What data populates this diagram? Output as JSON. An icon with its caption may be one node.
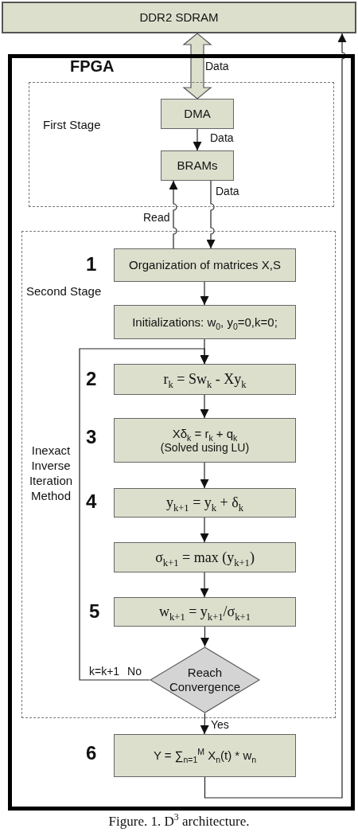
{
  "diagram": {
    "caption": "Figure. 1. D$^{3}$ architecture.",
    "nodes": [
      {
        "text": [
          "DDR2 SDRAM"
        ]
      },
      {
        "text": [
          "FPGA"
        ]
      },
      {
        "text": [
          "First Stage"
        ],
        "in": 1
      },
      {
        "text": [
          "DMA"
        ],
        "in": 2
      },
      {
        "text": [
          "BRAMs"
        ],
        "in": 2
      },
      {
        "text": [
          "Second Stage"
        ],
        "in": 1
      },
      {
        "text": [
          "Organization of matrices X,S"
        ],
        "in": 5,
        "beside": [
          "1"
        ]
      },
      {
        "text": [
          "Initializations: w$_{0}$, y$_{0}$=0,k=0;"
        ],
        "in": 5
      },
      {
        "text": [
          "r$_{k}$ = Sw$_{k}$ - Xy$_{k}$"
        ],
        "in": 5,
        "beside": [
          "2"
        ]
      },
      {
        "text": [
          "Xδ$_{k}$ = r$_{k}$ + q$_{k}$",
          "(Solved using LU)"
        ],
        "in": 5,
        "beside": [
          "3"
        ]
      },
      {
        "text": [
          "y$_{k+1}$ = y$_{k}$ + δ$_{k}$"
        ],
        "in": 5,
        "beside": [
          "4"
        ]
      },
      {
        "text": [
          "σ$_{k+1}$ = max (y$_{k+1}$)"
        ],
        "in": 5
      },
      {
        "text": [
          "w$_{k+1}$ = y$_{k+1}$/σ$_{k+1}$"
        ],
        "in": 5,
        "beside": [
          "5"
        ]
      },
      {
        "text": [
          "Reach Convergence"
        ],
        "in": 5
      },
      {
        "text": [
          "Y = ∑$_{n=1}$$^{M}$ X$_{n}$(t) * w$_{n}$"
        ],
        "in": 1,
        "beside": [
          "6"
        ]
      }
    ],
    "edges": [
      {
        "from": 0,
        "to": 3,
        "arrow": "both",
        "label": "Data",
        "style": "thick"
      },
      {
        "from": 3,
        "to": 4,
        "arrow": "to",
        "label": "Data"
      },
      {
        "from": 4,
        "to": 6,
        "arrow": "to",
        "label": "Data"
      },
      {
        "from": 6,
        "to": 4,
        "arrow": "to",
        "label": "Read"
      },
      {
        "from": 6,
        "to": 7,
        "arrow": "to"
      },
      {
        "from": 7,
        "to": 8,
        "arrow": "to"
      },
      {
        "from": 8,
        "to": 9,
        "arrow": "to"
      },
      {
        "from": 9,
        "to": 10,
        "arrow": "to"
      },
      {
        "from": 10,
        "to": 11,
        "arrow": "to"
      },
      {
        "from": 11,
        "to": 12,
        "arrow": "to"
      },
      {
        "from": 12,
        "to": 13,
        "arrow": "to"
      },
      {
        "from": 13,
        "to": 8,
        "arrow": "to",
        "label": "k=k+1 No"
      },
      {
        "from": 13,
        "to": 14,
        "arrow": "to",
        "label": "Yes"
      },
      {
        "from": 14,
        "to": 0,
        "arrow": "to"
      }
    ],
    "labels": [
      "Inexact Inverse Iteration Method"
    ]
  }
}
